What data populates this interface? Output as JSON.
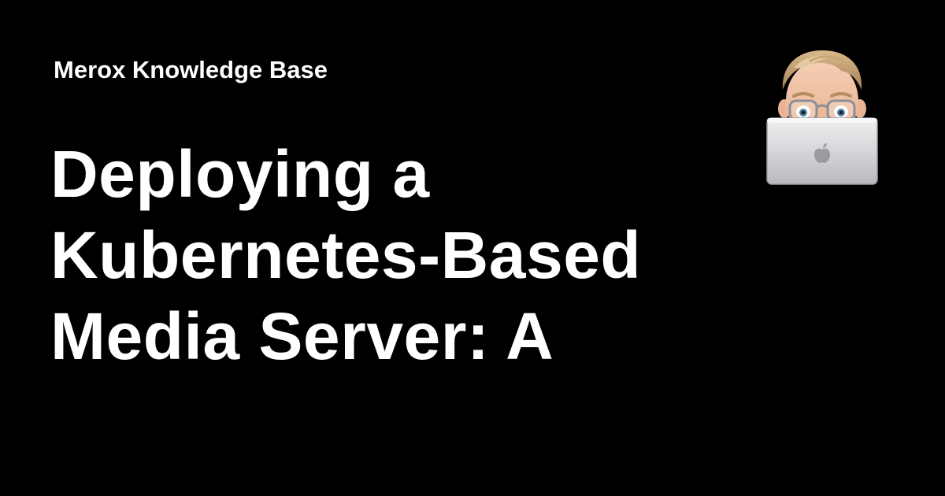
{
  "site": {
    "name": "Merox Knowledge Base"
  },
  "article": {
    "title_lines": [
      "Deploying a",
      "Kubernetes-Based",
      "Media Server: A"
    ]
  },
  "avatar": {
    "icon": "memoji-with-laptop-icon"
  },
  "colors": {
    "background": "#000000",
    "text": "#ffffff"
  }
}
